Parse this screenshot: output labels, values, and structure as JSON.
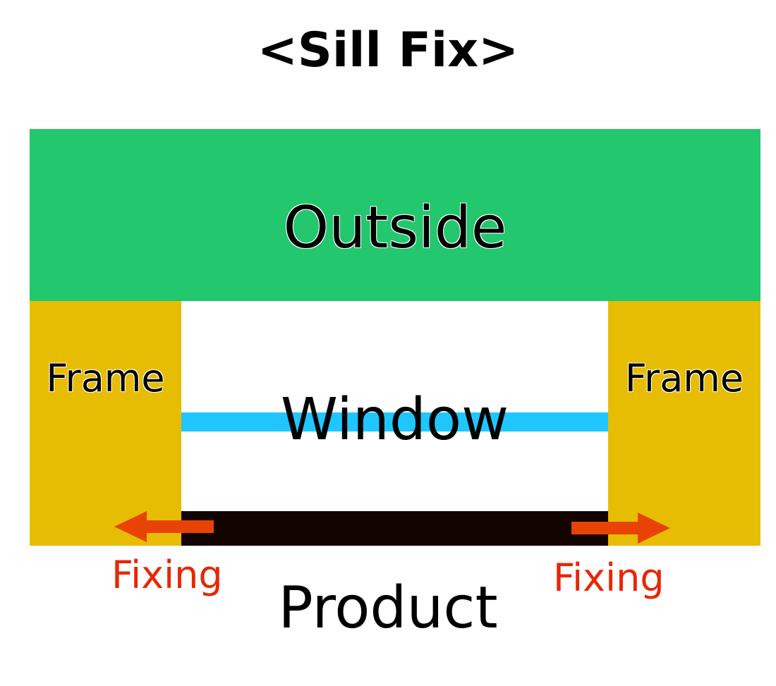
{
  "title": "<Sill Fix>",
  "labels": {
    "outside": "Outside",
    "frame_left": "Frame",
    "frame_right": "Frame",
    "window": "Window",
    "fixing_left": "Fixing",
    "fixing_right": "Fixing",
    "product": "Product"
  },
  "colors": {
    "outside": "#22c76e",
    "frame": "#e6bd03",
    "glass": "#1fc6ff",
    "product": "#140400",
    "fixing": "#e62805",
    "arrow": "#e84305"
  },
  "arrows": {
    "left_direction": "left",
    "right_direction": "right"
  }
}
